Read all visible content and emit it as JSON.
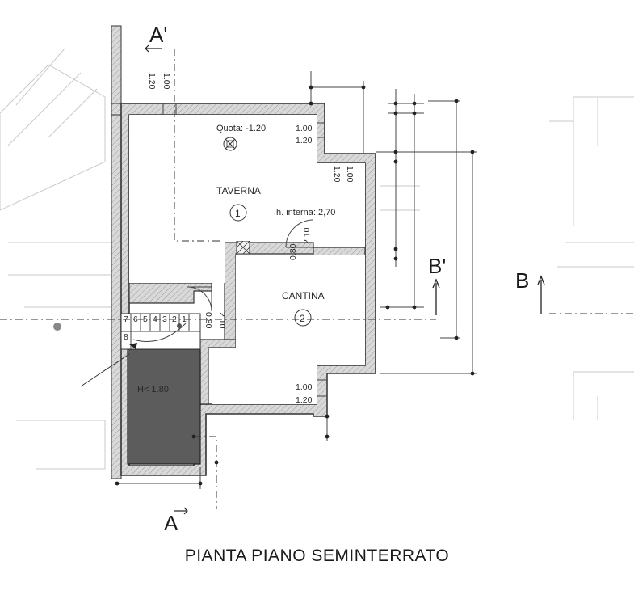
{
  "plan": {
    "title": "PIANTA PIANO SEMINTERRATO",
    "section_marks": {
      "a_top": "A'",
      "a_bottom": "A",
      "b_right": "B",
      "b_mid": "B'"
    },
    "rooms": [
      {
        "name": "TAVERNA",
        "number": "1"
      },
      {
        "name": "CANTINA",
        "number": "2"
      }
    ],
    "annotations": {
      "quota": "Quota: -1.20",
      "h_interna": "h. interna: 2,70",
      "h_low": "H< 1.80"
    },
    "openings": {
      "top_left_w": "1.00",
      "top_left_h": "1.20",
      "top_right_w": "1.00",
      "top_right_h": "1.20",
      "right_w": "1.00",
      "right_h": "1.20",
      "door1_h": "2.10",
      "door1_w": "0.80",
      "door2_h": "2.10",
      "door2_w": "0.80",
      "bottom_w": "1.00",
      "bottom_h": "1.20"
    },
    "stair_steps": [
      "8",
      "7",
      "6",
      "5",
      "4",
      "3",
      "2",
      "1"
    ]
  }
}
